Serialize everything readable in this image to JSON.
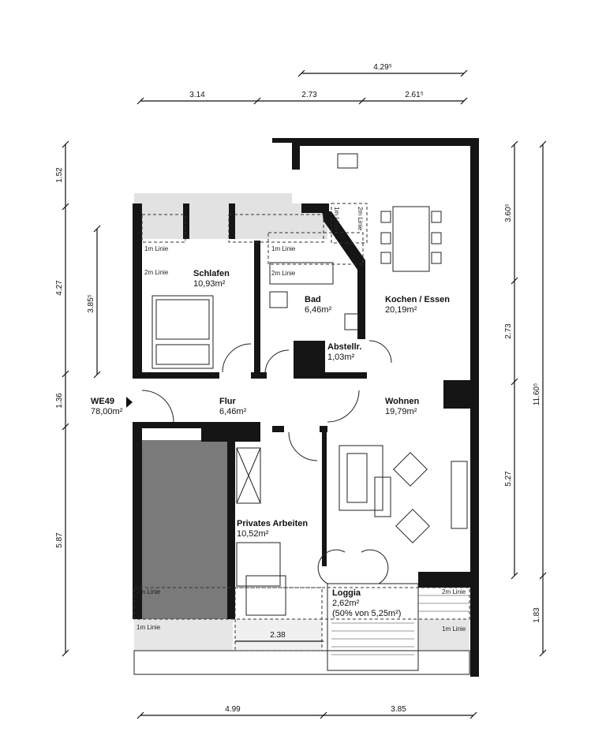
{
  "unit": {
    "id": "WE49",
    "area": "78,00m²"
  },
  "rooms": {
    "schlafen": {
      "name": "Schlafen",
      "area": "10,93m²"
    },
    "bad": {
      "name": "Bad",
      "area": "6,46m²"
    },
    "abstell": {
      "name": "Abstellr.",
      "area": "1,03m²"
    },
    "kochen": {
      "name": "Kochen / Essen",
      "area": "20,19m²"
    },
    "flur": {
      "name": "Flur",
      "area": "6,46m²"
    },
    "wohnen": {
      "name": "Wohnen",
      "area": "19,79m²"
    },
    "arbeiten": {
      "name": "Privates Arbeiten",
      "area": "10,52m²"
    },
    "loggia": {
      "name": "Loggia",
      "area": "2,62m²",
      "note": "(50% von 5,25m²)"
    }
  },
  "lines": {
    "one": "1m Linie",
    "two": "2m Linie"
  },
  "dimensions": {
    "top": [
      "4.29⁵",
      "3.14",
      "2.73",
      "2.61⁵"
    ],
    "left": [
      "1.52",
      "4.27",
      "1.36",
      "5.87",
      "3.85⁵"
    ],
    "right": [
      "3.60⁵",
      "2.73",
      "5.27",
      "11.60⁵",
      "1.83"
    ],
    "bottom": [
      "4.99",
      "3.85",
      "2.38"
    ]
  }
}
